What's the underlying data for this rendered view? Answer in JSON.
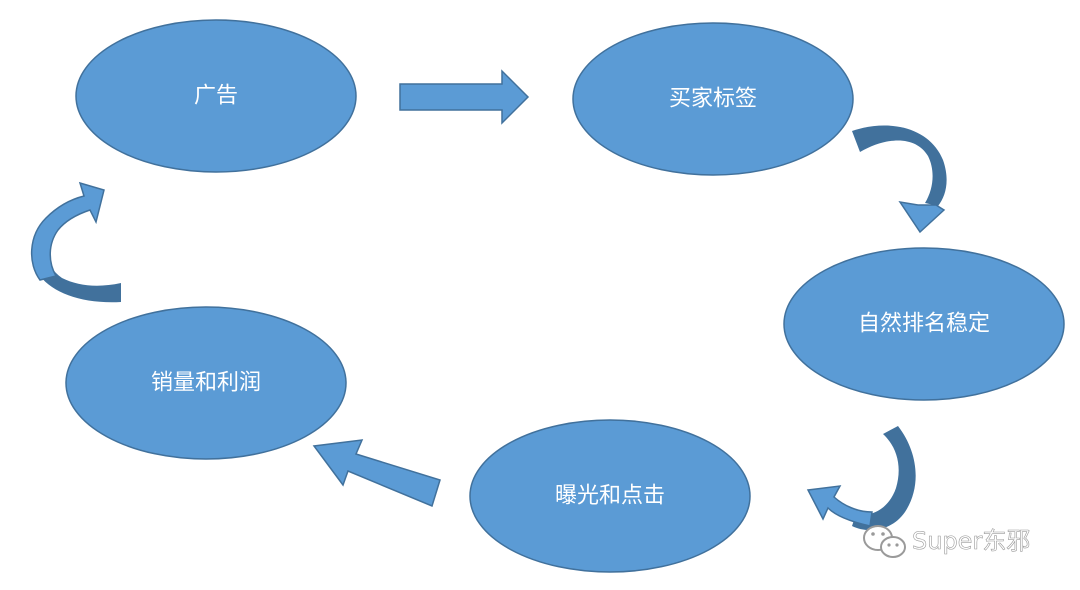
{
  "nodes": {
    "ad": "广告",
    "buyer_tag": "买家标签",
    "natural_rank": "自然排名稳定",
    "exposure_click": "曝光和点击",
    "sales_profit": "销量和利润"
  },
  "watermark": {
    "icon": "wechat-icon",
    "text": "Super东邪"
  },
  "colors": {
    "node_fill": "#5b9bd5",
    "node_stroke": "#41719c",
    "arrow_fill": "#5b9bd5",
    "arrow_shadow": "#41719c",
    "label": "#ffffff"
  }
}
